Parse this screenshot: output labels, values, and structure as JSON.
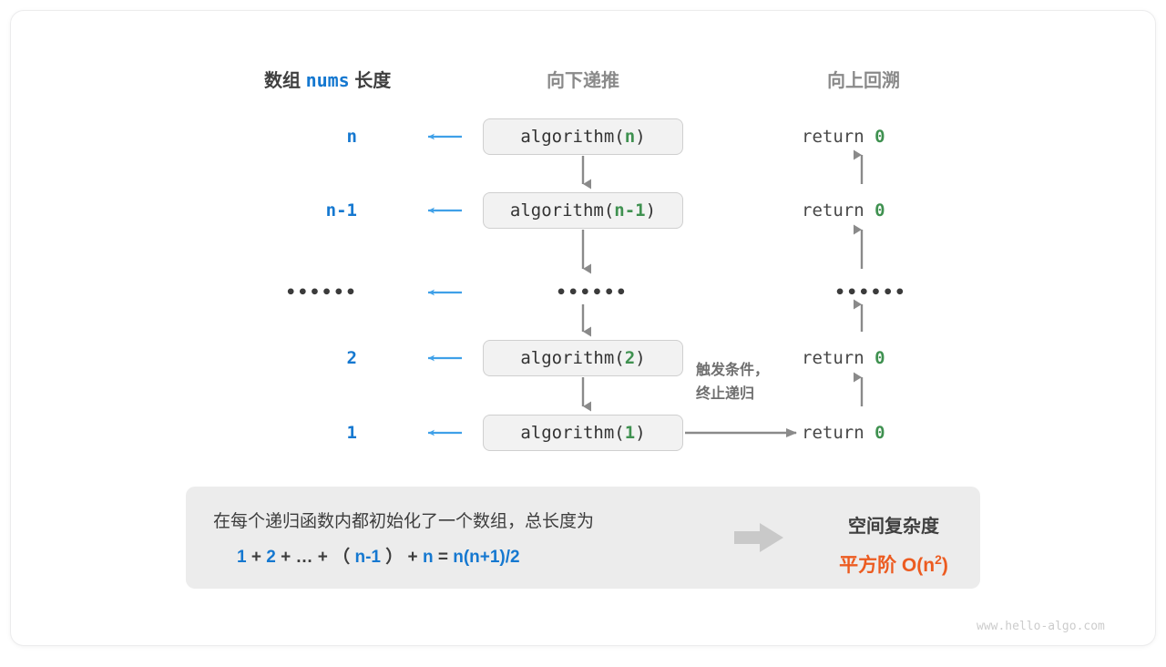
{
  "headers": {
    "left_prefix": "数组",
    "left_mono": "nums",
    "left_suffix": "长度",
    "middle": "向下递推",
    "right": "向上回溯"
  },
  "rows": [
    {
      "length": "n",
      "call_prefix": "algorithm(",
      "call_arg": "n",
      "call_suffix": ")",
      "ret_text": "return ",
      "ret_value": "0"
    },
    {
      "length": "n-1",
      "call_prefix": "algorithm(",
      "call_arg": "n-1",
      "call_suffix": ")",
      "ret_text": "return ",
      "ret_value": "0"
    },
    {
      "length": "••••••",
      "call_prefix": "••••••",
      "call_arg": "",
      "call_suffix": "",
      "ret_text": "••••••",
      "ret_value": ""
    },
    {
      "length": "2",
      "call_prefix": "algorithm(",
      "call_arg": "2",
      "call_suffix": ")",
      "ret_text": "return ",
      "ret_value": "0"
    },
    {
      "length": "1",
      "call_prefix": "algorithm(",
      "call_arg": "1",
      "call_suffix": ")",
      "ret_text": "return ",
      "ret_value": "0"
    }
  ],
  "annotation": {
    "line1": "触发条件，",
    "line2": "终止递归"
  },
  "summary": {
    "line1": "在每个递归函数内都初始化了一个数组，总长度为",
    "formula": [
      {
        "t": "1",
        "k": "b"
      },
      {
        "t": "+",
        "k": "op"
      },
      {
        "t": "2",
        "k": "b"
      },
      {
        "t": "+",
        "k": "op"
      },
      {
        "t": "…",
        "k": "op"
      },
      {
        "t": "+",
        "k": "op"
      },
      {
        "t": "（",
        "k": "op"
      },
      {
        "t": "n-1",
        "k": "b"
      },
      {
        "t": "）",
        "k": "op"
      },
      {
        "t": "+",
        "k": "op"
      },
      {
        "t": "n",
        "k": "b"
      },
      {
        "t": "=",
        "k": "op"
      },
      {
        "t": "n(n+1)/2",
        "k": "b"
      }
    ],
    "title": "空间复杂度",
    "value_prefix": "平方阶  O(n",
    "value_sup": "2",
    "value_suffix": ")"
  },
  "watermark": "www.hello-algo.com",
  "colors": {
    "blue": "#1578d0",
    "arrow_blue": "#3fa0e8",
    "green": "#3f9150",
    "gray_arrow": "#8a8a8a",
    "orange": "#ec5b20",
    "box_bg": "#f2f2f2",
    "panel_bg": "#ececec"
  }
}
